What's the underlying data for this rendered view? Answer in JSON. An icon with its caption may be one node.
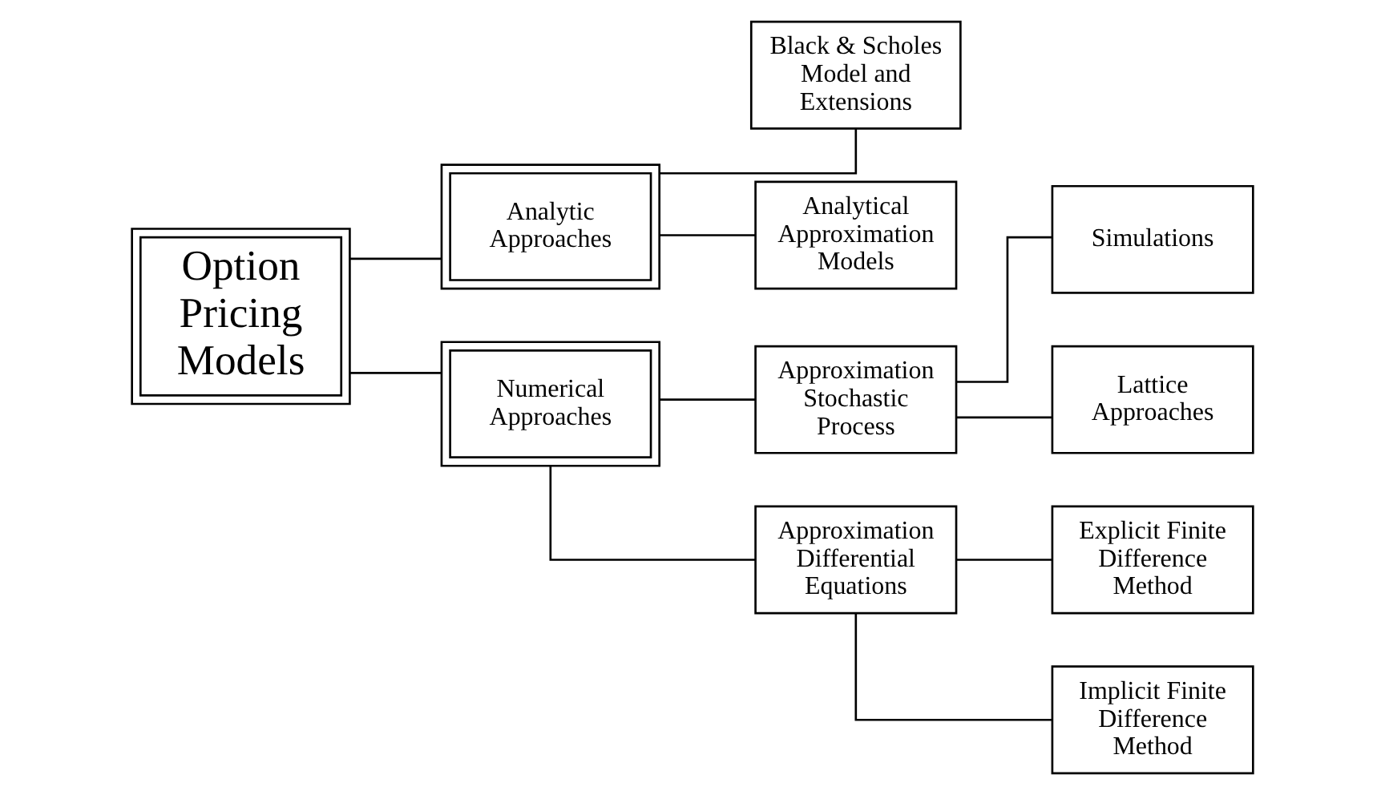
{
  "diagram": {
    "nodes": [
      {
        "text": [
          "Option Pricing Models"
        ]
      },
      {
        "text": [
          "Analytic Approaches"
        ]
      },
      {
        "text": [
          "Numerical Approaches"
        ]
      },
      {
        "text": [
          "Black & Scholes Model and Extensions"
        ]
      },
      {
        "text": [
          "Analytical Approximation Models"
        ]
      },
      {
        "text": [
          "Approximation Stochastic Process"
        ]
      },
      {
        "text": [
          "Approximation Differential Equations"
        ]
      },
      {
        "text": [
          "Simulations"
        ]
      },
      {
        "text": [
          "Lattice Approaches"
        ]
      },
      {
        "text": [
          "Explicit Finite Difference Method"
        ]
      },
      {
        "text": [
          "Implicit Finite Difference Method"
        ]
      }
    ],
    "edges": [
      {
        "from": 0,
        "to": 1,
        "arrow": "none"
      },
      {
        "from": 0,
        "to": 2,
        "arrow": "none"
      },
      {
        "from": 1,
        "to": 3,
        "arrow": "none"
      },
      {
        "from": 1,
        "to": 4,
        "arrow": "none"
      },
      {
        "from": 2,
        "to": 5,
        "arrow": "none"
      },
      {
        "from": 2,
        "to": 6,
        "arrow": "none"
      },
      {
        "from": 5,
        "to": 7,
        "arrow": "none"
      },
      {
        "from": 5,
        "to": 8,
        "arrow": "none"
      },
      {
        "from": 6,
        "to": 9,
        "arrow": "none"
      },
      {
        "from": 6,
        "to": 10,
        "arrow": "none"
      }
    ]
  }
}
